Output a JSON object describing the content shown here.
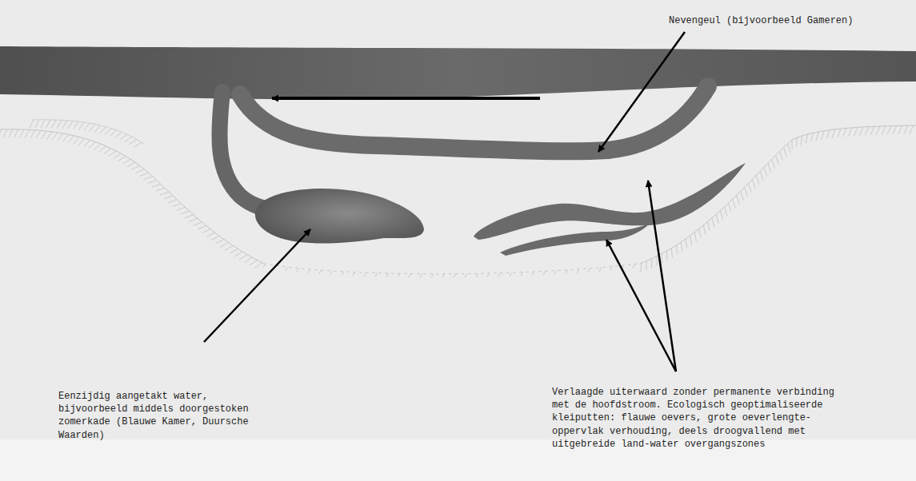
{
  "diagram": {
    "labels": [
      "Nevengeul (bijvoorbeeld Gameren)",
      "Eenzijdig aangetakt water, bijvoorbeeld middels doorgestoken zomerkade (Blauwe Kamer, Duursche Waarden)",
      "Verlaagde uiterwaard zonder permanente verbinding met de hoofdstroom. Ecologisch geoptimaliseerde kleiputten: flauwe oevers, grote oeverlengte-oppervlak verhouding, deels droogvallend met uitgebreide land-water overgangszones"
    ]
  }
}
